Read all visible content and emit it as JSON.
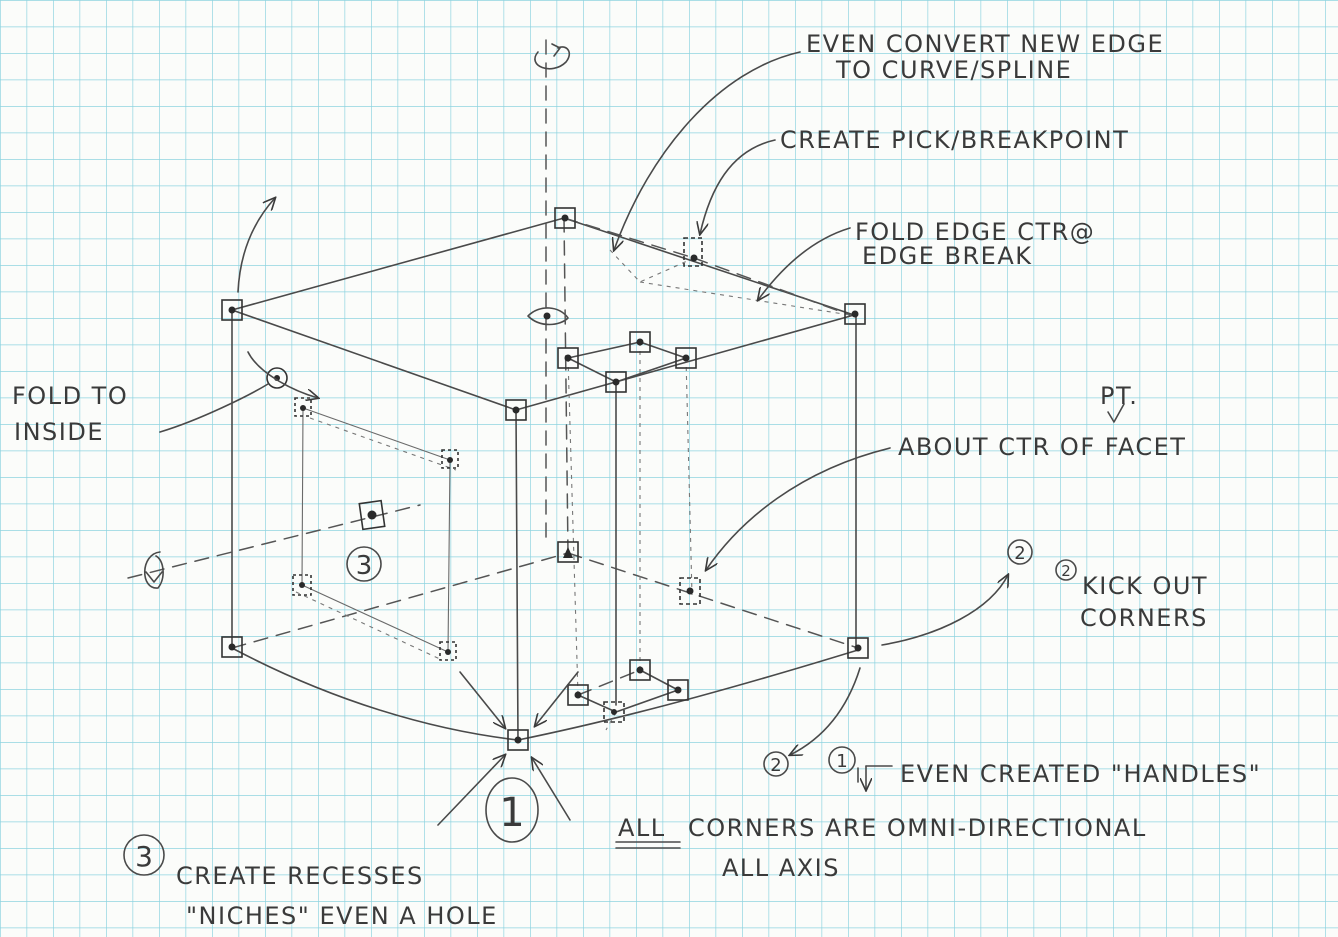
{
  "notes": {
    "convert_edge_line1": "EVEN CONVERT NEW EDGE",
    "convert_edge_line2": "TO CURVE/SPLINE",
    "breakpoint": "CREATE PICK/BREAKPOINT",
    "fold_edge_line1": "FOLD EDGE CTR@",
    "fold_edge_line2": "EDGE BREAK",
    "fold_inside_line1": "FOLD TO",
    "fold_inside_line2": "INSIDE",
    "pt_label": "PT.",
    "about_center": "ABOUT CTR OF FACET",
    "kick_out_line1": "KICK OUT",
    "kick_out_line2": "CORNERS",
    "handles": "EVEN CREATED \"HANDLES\"",
    "all_corners_line1_prefix": "ALL",
    "all_corners_line1_rest": "CORNERS ARE OMNI-DIRECTIONAL",
    "all_corners_line2": "ALL AXIS",
    "recesses_line1": "CREATE RECESSES",
    "recesses_line2": "\"NICHES\" EVEN A HOLE"
  },
  "markers": {
    "one": "1",
    "two": "2",
    "three": "3"
  }
}
